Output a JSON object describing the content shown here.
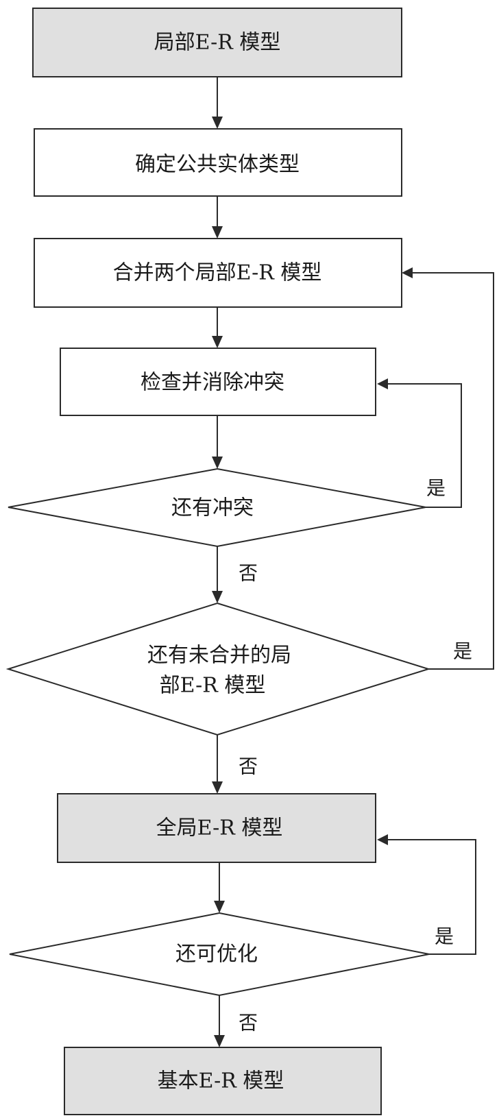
{
  "nodes": {
    "local_er_model": "局部E-R 模型",
    "identify_common_entity": "确定公共实体类型",
    "merge_two_local": "合并两个局部E-R 模型",
    "check_eliminate_conflict": "检查并消除冲突",
    "still_conflict": "还有冲突",
    "unmerged_line1": "还有未合并的局",
    "unmerged_line2": "部E-R 模型",
    "global_er_model": "全局E-R 模型",
    "can_optimize": "还可优化",
    "basic_er_model": "基本E-R 模型"
  },
  "edges": {
    "conflict_yes": "是",
    "conflict_no": "否",
    "unmerged_yes": "是",
    "unmerged_no": "否",
    "optimize_yes": "是",
    "optimize_no": "否"
  },
  "colors": {
    "gray_fill": "#e0e0e0",
    "stroke": "#2a2a2a"
  }
}
